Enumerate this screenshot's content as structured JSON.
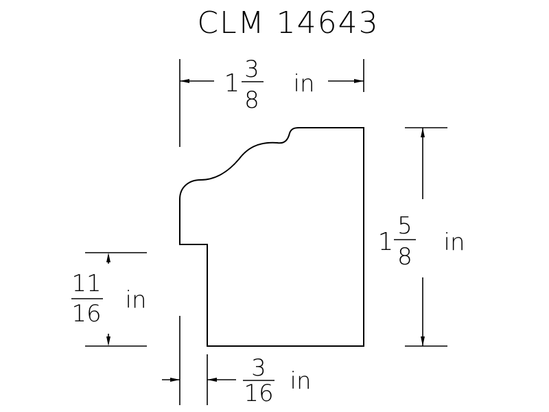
{
  "title": "CLM 14643",
  "dimensions": {
    "top_width": {
      "whole": "1",
      "numerator": "3",
      "denominator": "8",
      "unit": "in"
    },
    "right_height": {
      "whole": "1",
      "numerator": "5",
      "denominator": "8",
      "unit": "in"
    },
    "left_step": {
      "numerator": "11",
      "denominator": "16",
      "unit": "in"
    },
    "bottom_offset": {
      "numerator": "3",
      "denominator": "16",
      "unit": "in"
    }
  }
}
